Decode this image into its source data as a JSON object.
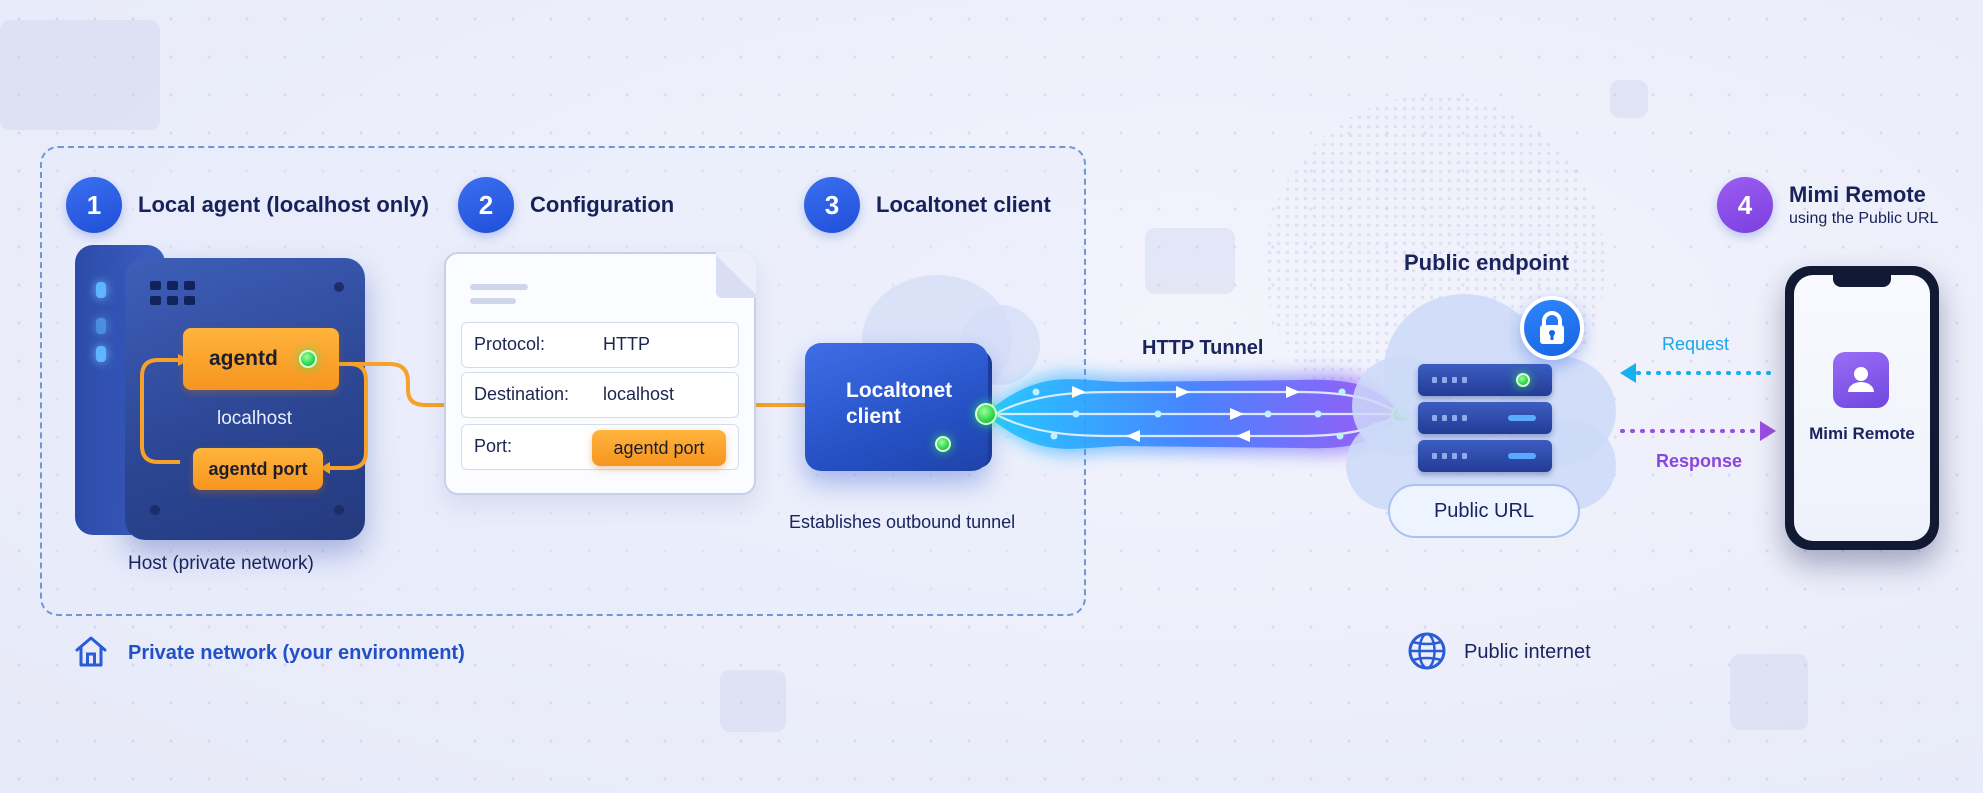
{
  "steps": [
    {
      "number": "1",
      "title": "Local agent (localhost only)"
    },
    {
      "number": "2",
      "title": "Configuration"
    },
    {
      "number": "3",
      "title": "Localtonet client"
    },
    {
      "number": "4",
      "title": "Mimi Remote",
      "subtitle": "using the Public URL"
    }
  ],
  "host": {
    "agent_label": "agentd",
    "localhost_label": "localhost",
    "port_label": "agentd port",
    "caption": "Host (private network)"
  },
  "config": {
    "rows": [
      {
        "key": "Protocol:",
        "value": "HTTP"
      },
      {
        "key": "Destination:",
        "value": "localhost"
      },
      {
        "key": "Port:",
        "value": "agentd port"
      }
    ]
  },
  "client": {
    "label_line1": "Localtonet",
    "label_line2": "client",
    "caption": "Establishes outbound tunnel"
  },
  "tunnel": {
    "label": "HTTP Tunnel"
  },
  "endpoint": {
    "title": "Public endpoint",
    "url_label": "Public URL"
  },
  "arrows": {
    "request": "Request",
    "response": "Response"
  },
  "phone": {
    "app_label": "Mimi Remote"
  },
  "footer": {
    "private_network": "Private network (your environment)",
    "public_internet": "Public internet"
  },
  "icons": {
    "house": "house-icon",
    "globe": "globe-icon",
    "lock": "lock-icon",
    "user": "user-icon"
  },
  "colors": {
    "step_blue": "#2a5be0",
    "step_purple": "#8a4fe8",
    "orange": "#f7a02a",
    "green": "#2fd64a",
    "request_cyan": "#14b0f0",
    "response_purple": "#9a4fe0"
  }
}
